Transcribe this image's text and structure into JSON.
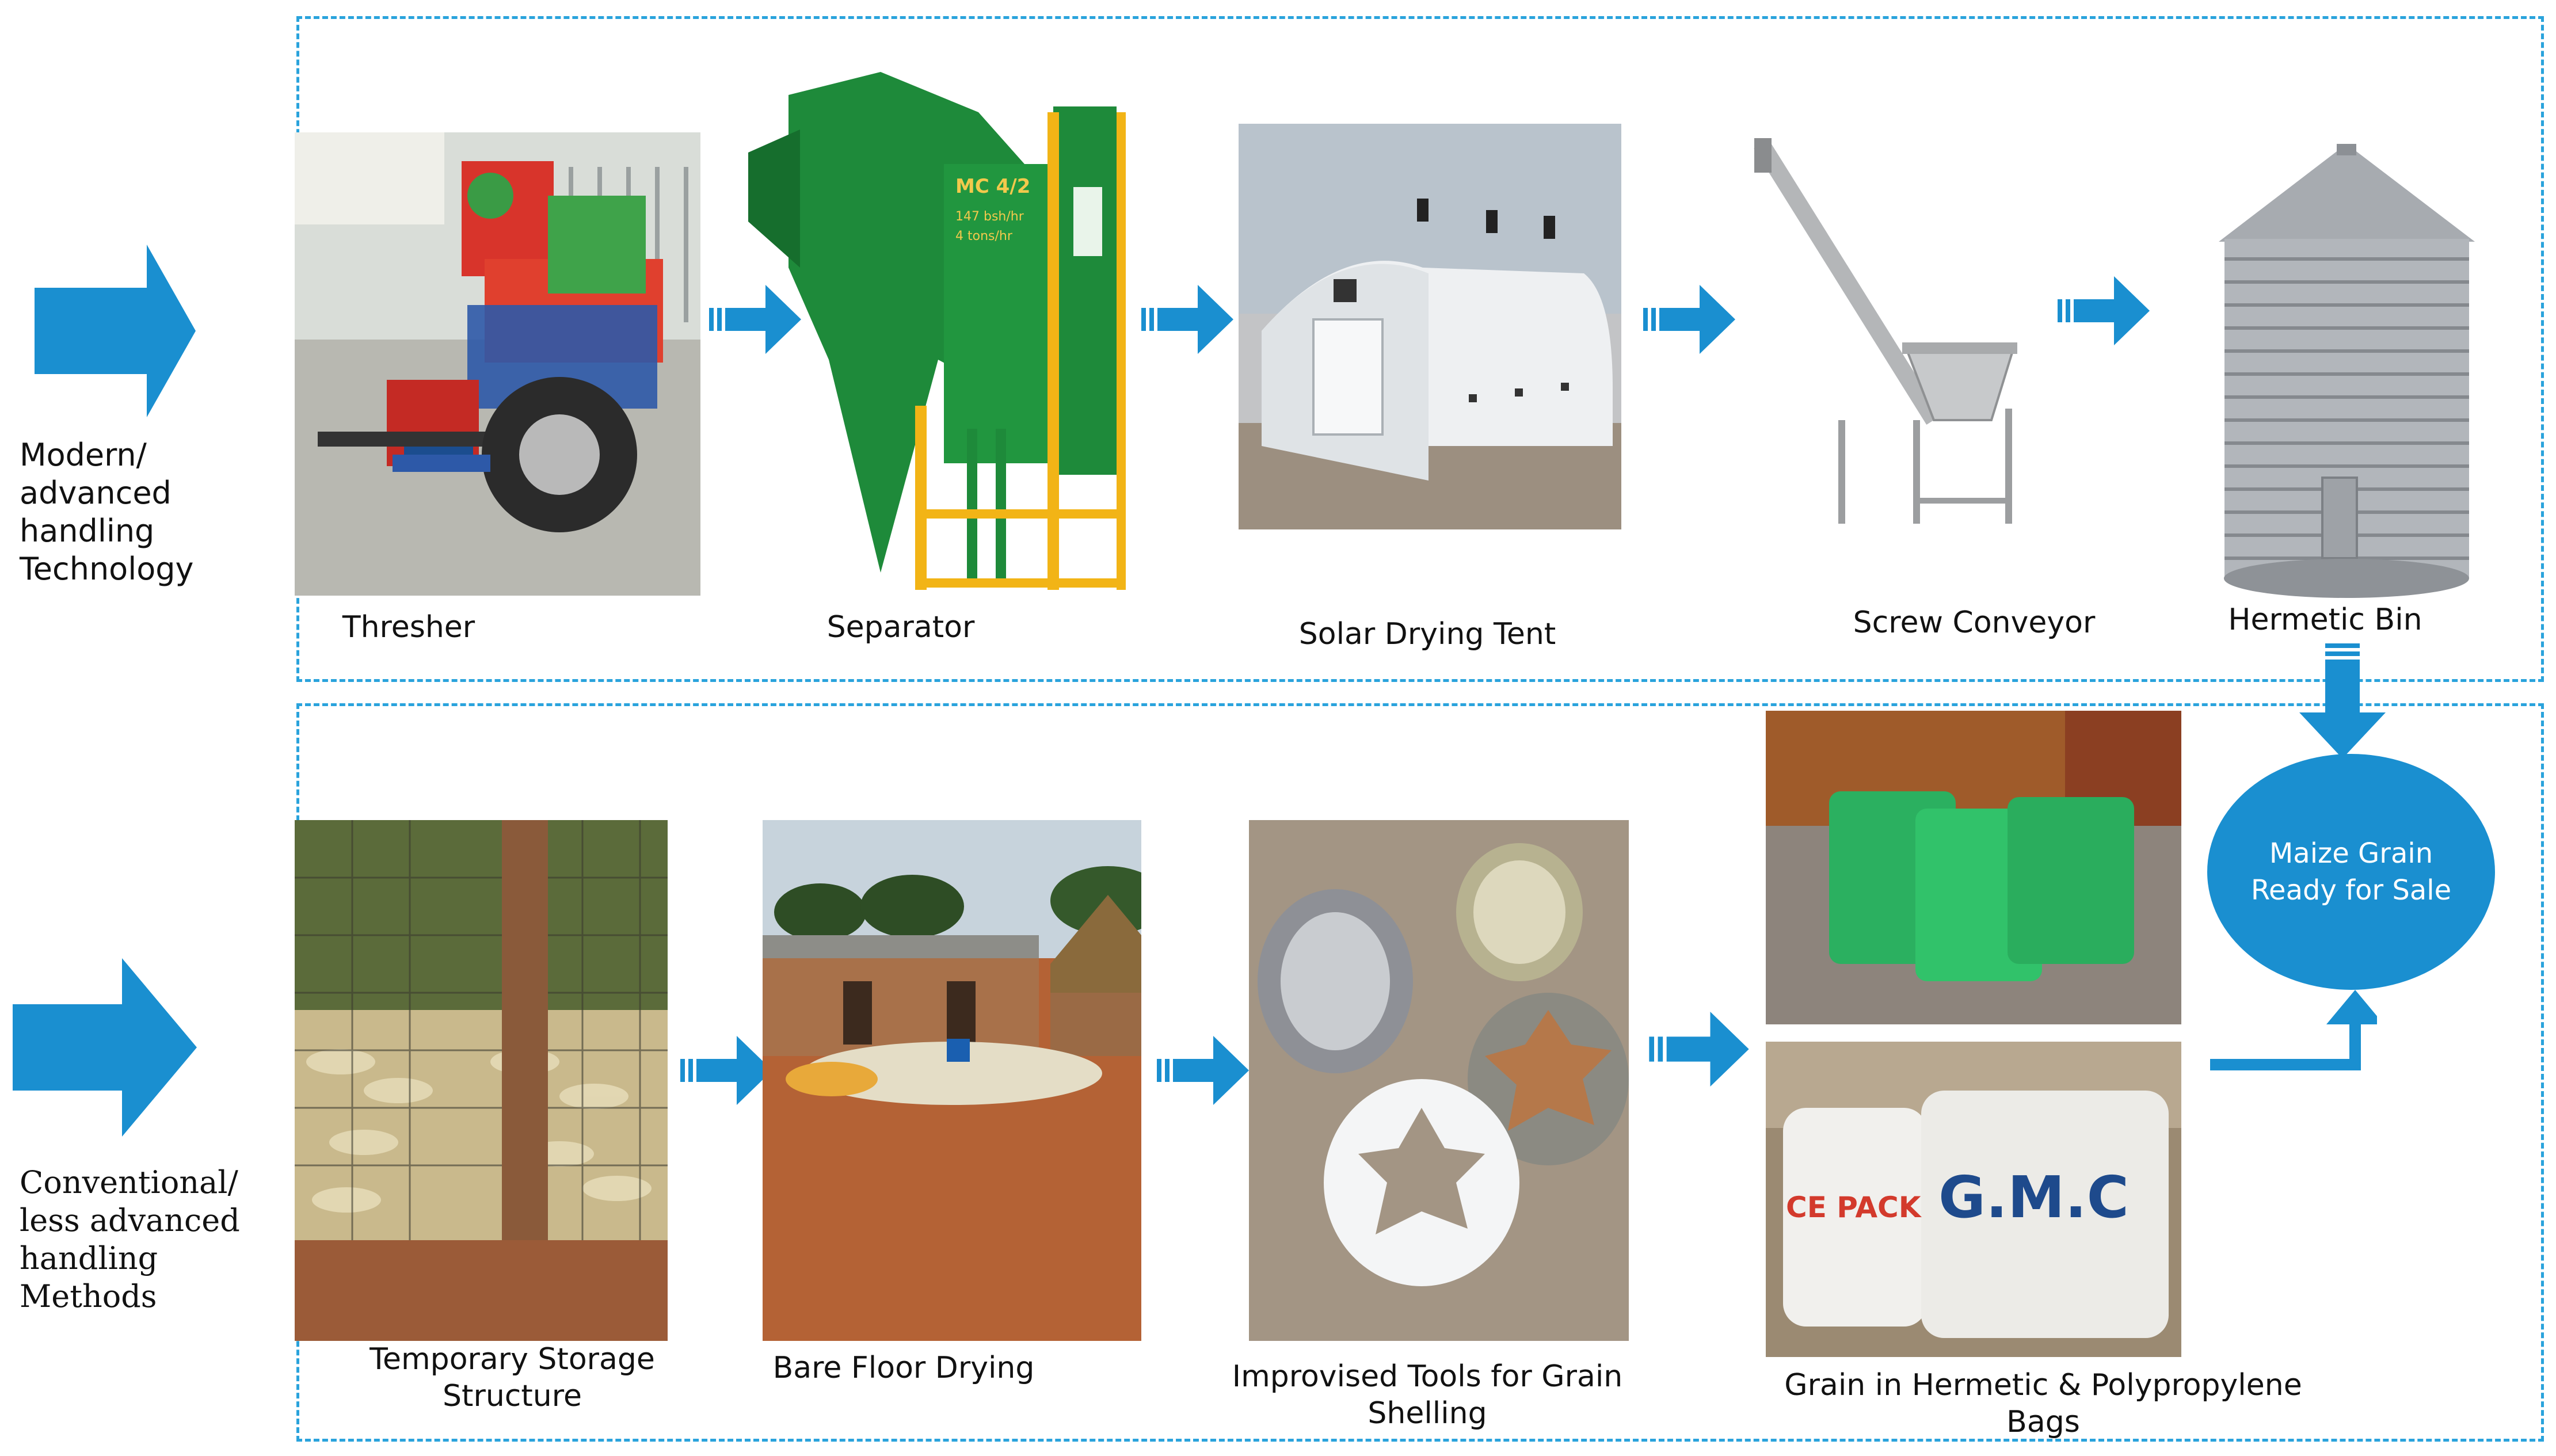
{
  "modern_group": {
    "label_lines": [
      "Modern/",
      "advanced",
      "handling",
      "Technology"
    ],
    "steps": [
      {
        "label": "Thresher",
        "image": "thresher-photo"
      },
      {
        "label": "Separator",
        "image": "separator-machine"
      },
      {
        "label": "Solar Drying Tent",
        "image": "solar-drying-tent-photo"
      },
      {
        "label": "Screw Conveyor",
        "image": "screw-conveyor-machine"
      },
      {
        "label": "Hermetic Bin",
        "image": "hermetic-silo-bin"
      }
    ],
    "separator_text": [
      "MC 4/2",
      "147 bsh/hr",
      "4 tons/hr"
    ]
  },
  "conventional_group": {
    "label_lines": [
      "Conventional/",
      "less advanced",
      "handling",
      "Methods"
    ],
    "steps": [
      {
        "label_lines": [
          "Temporary Storage",
          "Structure"
        ],
        "image": "corn-crib-photo"
      },
      {
        "label_lines": [
          "Bare Floor Drying"
        ],
        "image": "bare-floor-drying-photo"
      },
      {
        "label_lines": [
          "Improvised Tools for Grain",
          "Shelling"
        ],
        "image": "improvised-shelling-tools-photo"
      },
      {
        "label_lines": [
          "Grain in Hermetic & Polypropylene",
          "Bags"
        ],
        "image": "grain-bags-photos"
      }
    ],
    "bag_text": {
      "left_bag": "CE PACK",
      "right_bag": "G.M.C"
    }
  },
  "outcome": {
    "lines": [
      "Maize Grain",
      "Ready for Sale"
    ]
  },
  "colors": {
    "accent": "#1a8fd0",
    "border": "#2aa3dc",
    "machine_green": "#1e8a3a",
    "frame_yellow": "#f2b416"
  }
}
